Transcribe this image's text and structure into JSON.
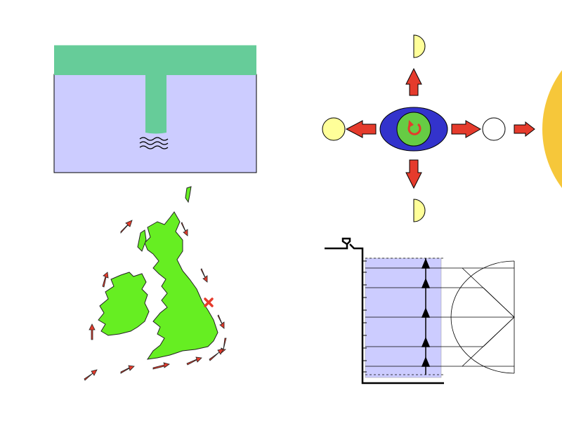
{
  "slide": {
    "background": "#ffffff"
  },
  "panels": {
    "harbour_section": {
      "colors": {
        "land_layer": "#66cc99",
        "water": "#ccccff",
        "outline": "#000000",
        "waves": "#000000"
      }
    },
    "moon_phases": {
      "phase_count_shown": 5,
      "colors": {
        "earth_ocean": "#3333cc",
        "earth_land": "#66cc44",
        "rotation_arrow": "#e53b2c",
        "arrow": "#e53b2c",
        "moon_lit": "#ffff99",
        "moon_dark": "#ffffff",
        "sun": "#f6c73a"
      },
      "icons": [
        "earth-icon",
        "rotation-arrow-icon",
        "moon-icon",
        "sun-icon",
        "arrow-icon"
      ]
    },
    "british_isles_map": {
      "arrow_count": 16,
      "colors": {
        "land": "#66ee22",
        "arrow": "#e53b2c",
        "marker": "#e53b2c"
      },
      "icons": [
        "cross-marker-icon",
        "arrow-icon"
      ]
    },
    "tide_gauge": {
      "marker_count": 5,
      "colors": {
        "water": "#ccccff",
        "frame": "#000000",
        "arrow": "#000000",
        "circle": "#000000"
      },
      "icons": [
        "tide-gauge-icon",
        "arrow-up-icon"
      ]
    }
  }
}
